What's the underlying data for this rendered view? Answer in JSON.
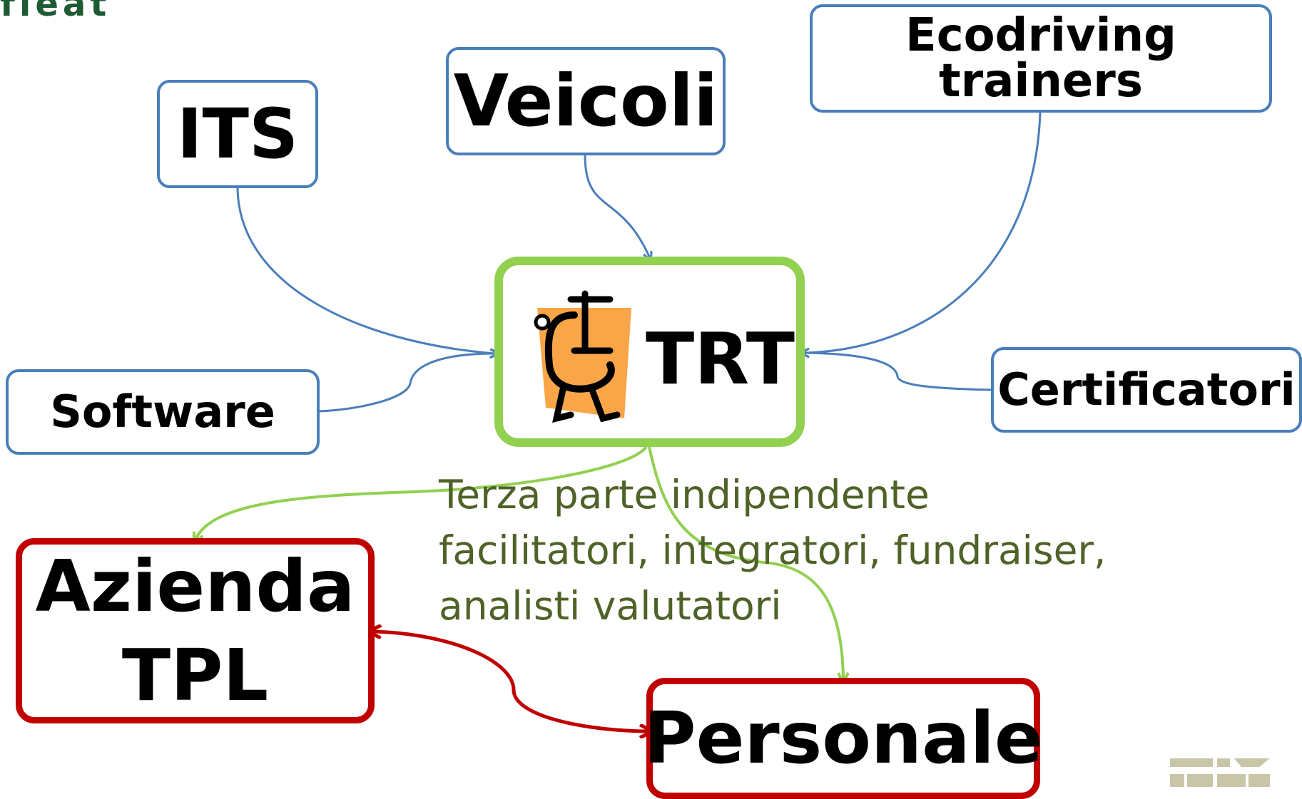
{
  "logo": {
    "text": "fleat"
  },
  "nodes": {
    "its": "ITS",
    "veicoli": "Veicoli",
    "ecodriving": "Ecodriving trainers",
    "software": "Software",
    "certificatori": "Certificatori",
    "trt": "TRT",
    "azienda_line1": "Azienda",
    "azienda_line2": "TPL",
    "personale": "Personale"
  },
  "description": {
    "line1": "Terza parte indipendente",
    "line2": "facilitatori, integratori, fundraiser,",
    "line3": "analisti valutatori"
  },
  "colors": {
    "blue": "#4a7ebb",
    "red": "#c00000",
    "green": "#92d050",
    "text_green": "#4f6228",
    "icon_orange": "#f9a548"
  },
  "icons": {
    "trt_mascot": "walking-clamp-mascot-icon",
    "watermark": "building-stamp-icon"
  }
}
